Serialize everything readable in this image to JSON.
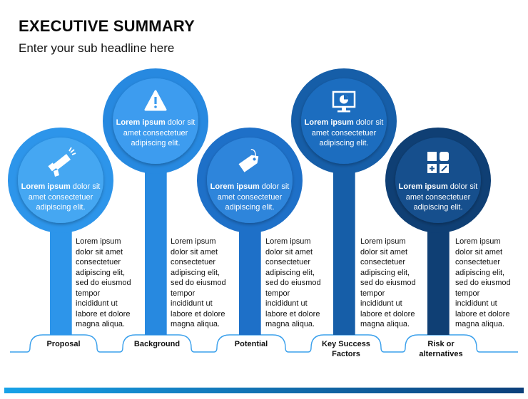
{
  "header": {
    "title": "EXECUTIVE SUMMARY",
    "subtitle": "Enter your sub headline here"
  },
  "colors": {
    "c1": "#2d95ea",
    "c2": "#2789e0",
    "c3": "#1e70c8",
    "c4": "#165ea8",
    "c5": "#0f3f74",
    "bottom_bar_left": "#17a2e8",
    "bottom_bar_right": "#0c3f7a"
  },
  "items": [
    {
      "category": "Proposal",
      "icon": "megaphone-icon",
      "circle_bold": "Lorem ipsum",
      "circle_text": " dolor sit amet consectetuer adipiscing elit.",
      "body": "Lorem ipsum\ndolor sit amet\nconsectetuer\nadipiscing elit,\nsed do eiusmod\ntempor\nincididunt ut\nlabore et dolore\nmagna aliqua."
    },
    {
      "category": "Background",
      "icon": "warning-icon",
      "circle_bold": "Lorem ipsum",
      "circle_text": " dolor sit amet consectetuer adipiscing elit.",
      "body": "Lorem ipsum\ndolor sit amet\nconsectetuer\nadipiscing elit,\nsed do eiusmod\ntempor\nincididunt ut\nlabore et dolore\nmagna aliqua."
    },
    {
      "category": "Potential",
      "icon": "tag-icon",
      "circle_bold": "Lorem ipsum",
      "circle_text": " dolor sit amet consectetuer adipiscing elit.",
      "body": "Lorem ipsum\ndolor sit amet\nconsectetuer\nadipiscing elit,\nsed do eiusmod\ntempor\nincididunt ut\nlabore et dolore\nmagna aliqua."
    },
    {
      "category": "Key Success\nFactors",
      "icon": "monitor-chart-icon",
      "circle_bold": "Lorem ipsum",
      "circle_text": " dolor sit amet consectetuer adipiscing elit.",
      "body": "Lorem ipsum\ndolor sit amet\nconsectetuer\nadipiscing elit,\nsed do eiusmod\ntempor\nincididunt ut\nlabore et dolore\nmagna aliqua."
    },
    {
      "category": "Risk or\nalternatives",
      "icon": "grid-blocks-icon",
      "circle_bold": "Lorem ipsum",
      "circle_text": " dolor sit amet consectetuer adipiscing elit.",
      "body": "Lorem ipsum\ndolor sit amet\nconsectetuer\nadipiscing elit,\nsed do eiusmod\ntempor\nincididunt ut\nlabore et dolore\nmagna aliqua."
    }
  ]
}
